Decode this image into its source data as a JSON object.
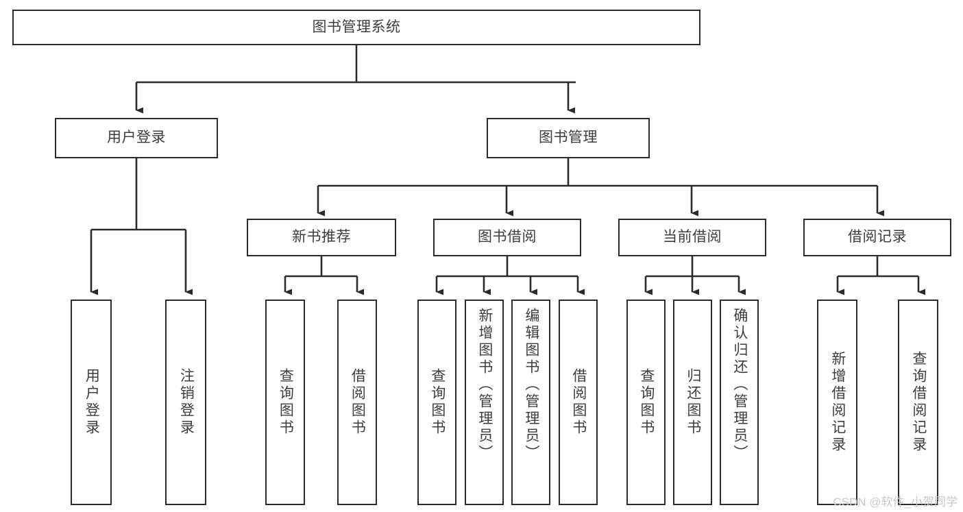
{
  "diagram": {
    "title": "图书管理系统",
    "type": "tree-hierarchy-chart",
    "background_color": "#ffffff",
    "line_color": "#2b2b2b",
    "text_color": "#3d3d3d",
    "watermark": "CSDN @软件_小贺同学",
    "root": {
      "id": "root",
      "label": "图书管理系统"
    },
    "level2": [
      {
        "id": "user-login",
        "label": "用户登录"
      },
      {
        "id": "book-management",
        "label": "图书管理"
      }
    ],
    "level3": [
      {
        "id": "new-book-recommend",
        "label": "新书推荐",
        "parent": "book-management"
      },
      {
        "id": "book-borrow",
        "label": "图书借阅",
        "parent": "book-management"
      },
      {
        "id": "current-borrow",
        "label": "当前借阅",
        "parent": "book-management"
      },
      {
        "id": "borrow-record",
        "label": "借阅记录",
        "parent": "book-management"
      }
    ],
    "leaves": [
      {
        "id": "leaf-user-login",
        "label": "用户登录",
        "parent": "user-login"
      },
      {
        "id": "leaf-logout-login",
        "label": "注销登录",
        "parent": "user-login"
      },
      {
        "id": "leaf-query-book-1",
        "label": "查询图书",
        "parent": "new-book-recommend"
      },
      {
        "id": "leaf-borrow-book-1",
        "label": "借阅图书",
        "parent": "new-book-recommend"
      },
      {
        "id": "leaf-query-book-2",
        "label": "查询图书",
        "parent": "book-borrow"
      },
      {
        "id": "leaf-add-book",
        "label": "新增图书（管理员）",
        "parent": "book-borrow"
      },
      {
        "id": "leaf-edit-book",
        "label": "编辑图书（管理员）",
        "parent": "book-borrow"
      },
      {
        "id": "leaf-borrow-book-2",
        "label": "借阅图书",
        "parent": "book-borrow"
      },
      {
        "id": "leaf-query-book-3",
        "label": "查询图书",
        "parent": "current-borrow"
      },
      {
        "id": "leaf-return-book",
        "label": "归还图书",
        "parent": "current-borrow"
      },
      {
        "id": "leaf-confirm-return",
        "label": "确认归还（管理员）",
        "parent": "current-borrow"
      },
      {
        "id": "leaf-add-borrow-record",
        "label": "新增借阅记录",
        "parent": "borrow-record"
      },
      {
        "id": "leaf-query-borrow-record",
        "label": "查询借阅记录",
        "parent": "borrow-record"
      }
    ]
  }
}
